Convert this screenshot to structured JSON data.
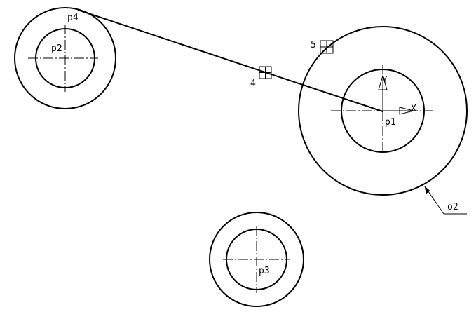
{
  "labels": {
    "p1": "p1",
    "p2": "p2",
    "p3": "p3",
    "p4": "p4",
    "marker4": "4",
    "marker5": "5",
    "axis_x": "X",
    "axis_y": "Y",
    "callout": "o2"
  },
  "colors": {
    "ink": "#000000",
    "background": "#ffffff"
  }
}
